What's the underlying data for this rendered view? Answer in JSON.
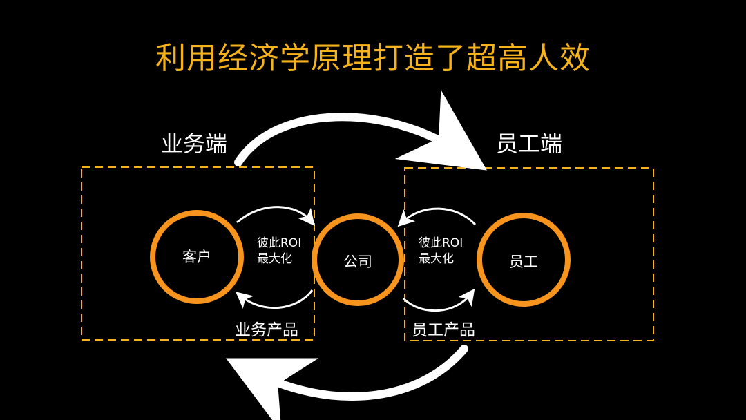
{
  "title": "利用经济学原理打造了超高人效",
  "colors": {
    "accent": "#f5b21a",
    "ring": "#f7941d",
    "background": "#000000",
    "arrow": "#ffffff"
  },
  "left_group": {
    "label": "业务端",
    "node": "客户",
    "exchange": [
      "彼此ROI",
      "最大化"
    ],
    "product": "业务产品"
  },
  "center_node": "公司",
  "right_group": {
    "label": "员工端",
    "node": "员工",
    "exchange": [
      "彼此ROI",
      "最大化"
    ],
    "product": "员工产品"
  }
}
